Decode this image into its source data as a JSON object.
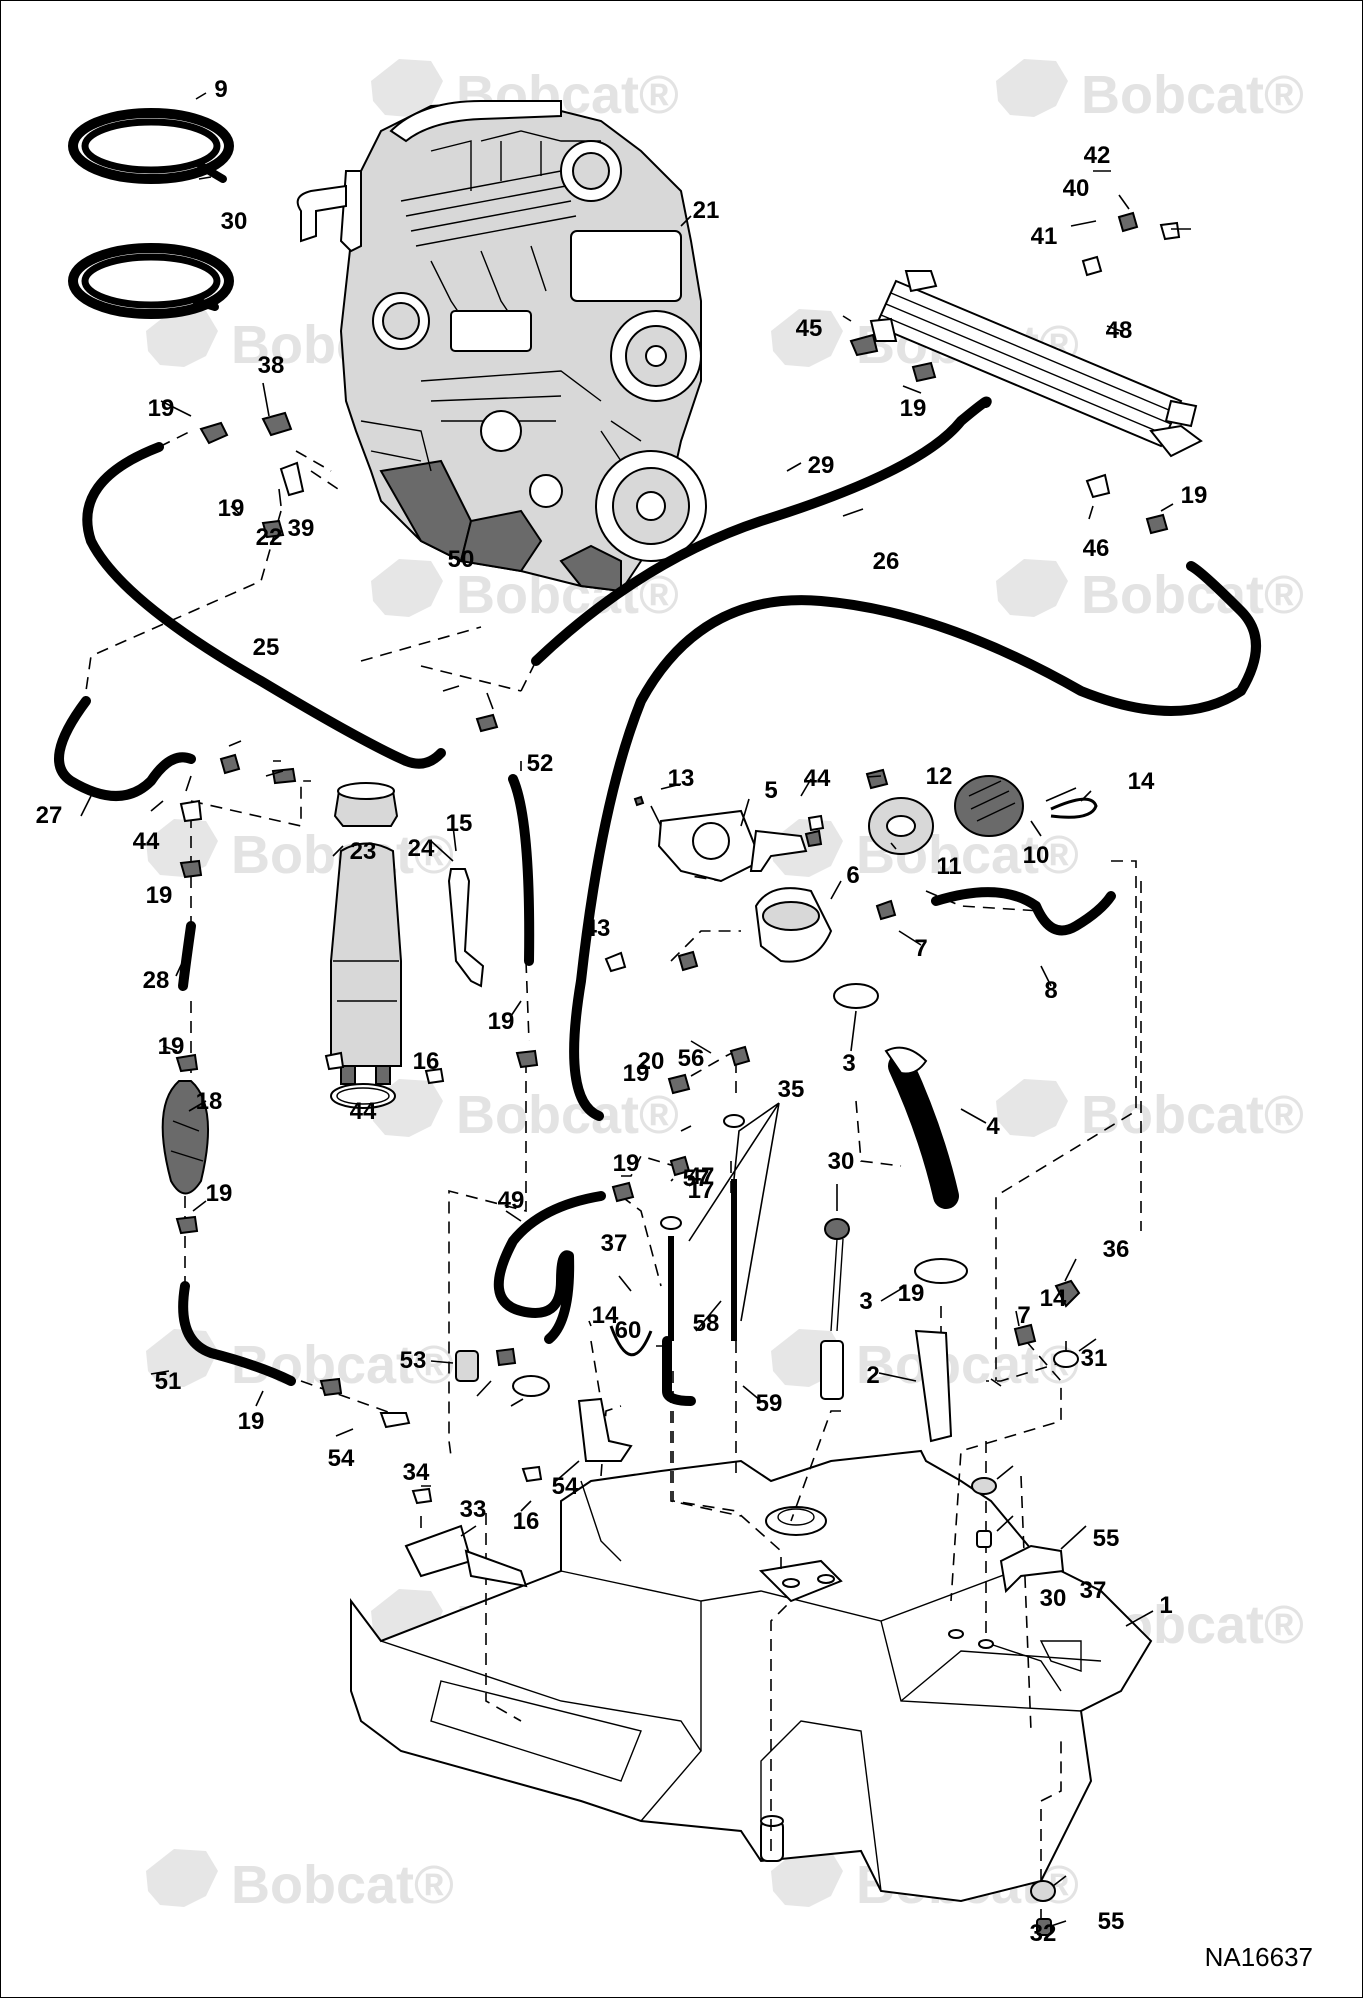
{
  "figure": {
    "number": "NA16637"
  },
  "watermark": {
    "brand": "Bobcat",
    "mark": "®"
  },
  "callouts": [
    "1",
    "2",
    "3",
    "3",
    "4",
    "5",
    "6",
    "7",
    "7",
    "8",
    "9",
    "10",
    "11",
    "12",
    "13",
    "14",
    "14",
    "14",
    "15",
    "16",
    "16",
    "17",
    "18",
    "19",
    "19",
    "19",
    "19",
    "19",
    "19",
    "19",
    "19",
    "19",
    "19",
    "19",
    "19",
    "20",
    "21",
    "22",
    "23",
    "24",
    "25",
    "26",
    "27",
    "28",
    "29",
    "30",
    "30",
    "30",
    "31",
    "32",
    "33",
    "34",
    "35",
    "36",
    "37",
    "37",
    "38",
    "39",
    "40",
    "41",
    "42",
    "43",
    "44",
    "44",
    "44",
    "45",
    "46",
    "47",
    "48",
    "49",
    "50",
    "51",
    "52",
    "53",
    "54",
    "54",
    "55",
    "55",
    "56",
    "57",
    "58",
    "59",
    "60"
  ],
  "colors": {
    "line": "#000000",
    "watermark": "#e3e3e3",
    "part_fill": "#d8d8d8"
  }
}
